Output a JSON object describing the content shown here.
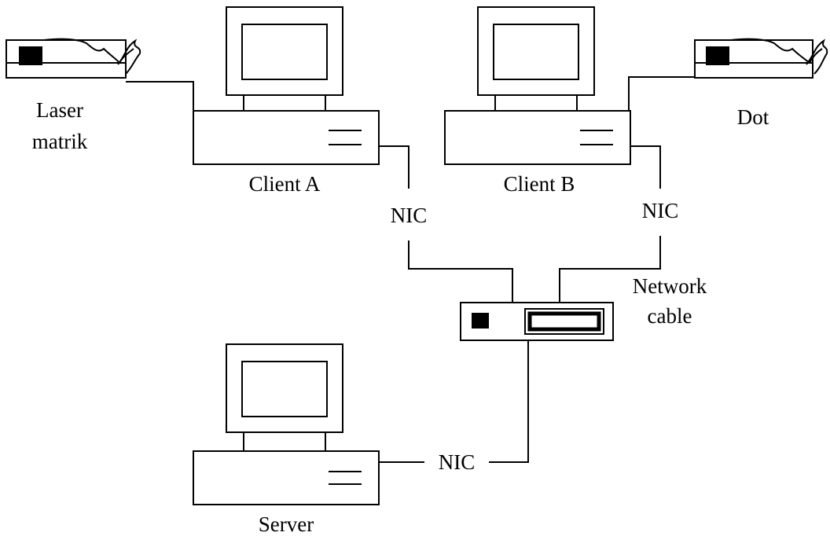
{
  "labels": {
    "printer_left_line1": "Laser",
    "printer_left_line2": "matrik",
    "printer_right": "Dot",
    "client_a": "Client A",
    "client_b": "Client B",
    "nic_client_a": "NIC",
    "nic_client_b": "NIC",
    "nic_server": "NIC",
    "network_line1": "Network",
    "network_line2": "cable",
    "server": "Server"
  },
  "colors": {
    "stroke": "#000000",
    "background": "#ffffff"
  },
  "icons": [
    "printer-icon",
    "computer-icon",
    "hub-icon"
  ]
}
